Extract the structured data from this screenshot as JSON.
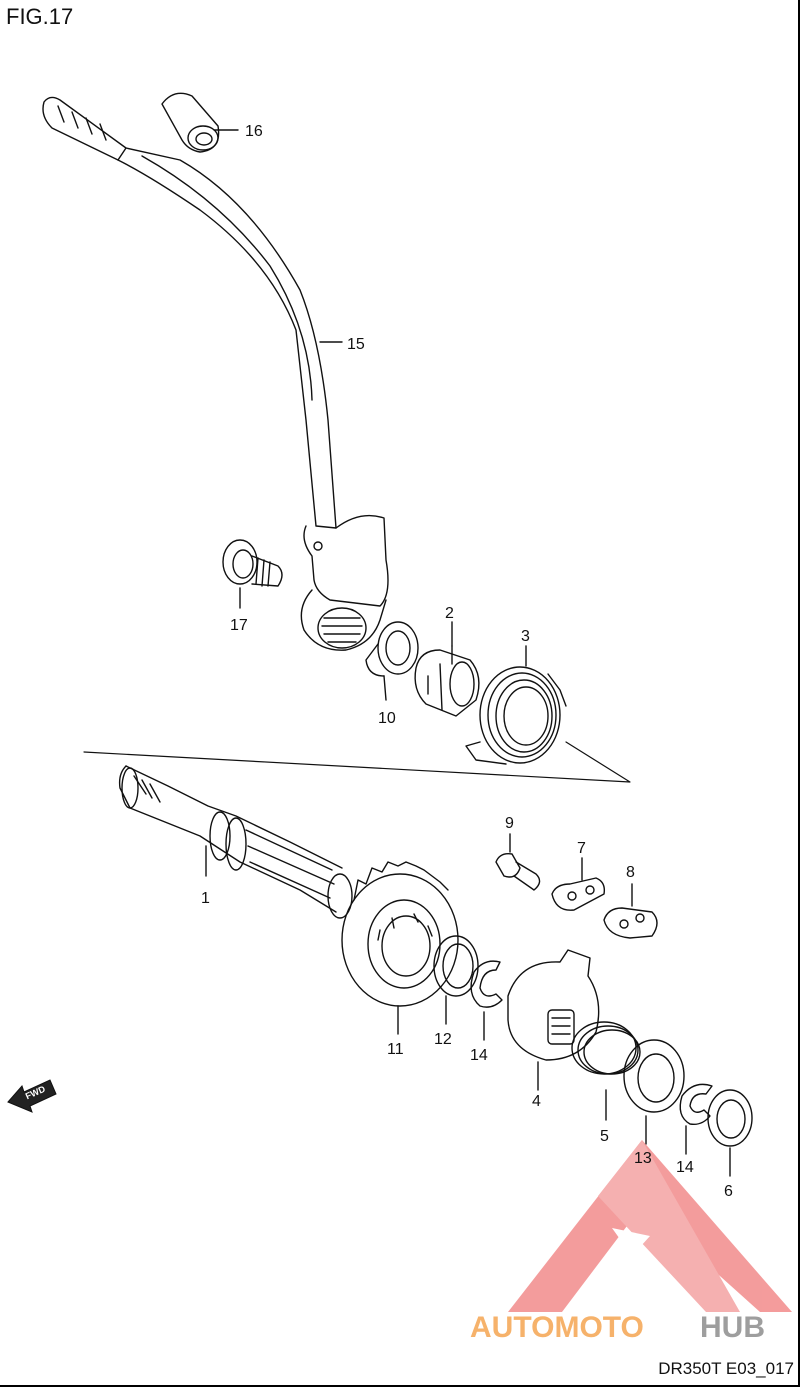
{
  "figure": {
    "title": "FIG.17"
  },
  "drawing_code": "DR350T E03_017",
  "fwd_marker": {
    "text": "FWD",
    "icon": "fwd-arrow-icon"
  },
  "logo": {
    "part1": "AUTOMOTO",
    "part2": "HUB",
    "color1": "#f6b26b",
    "color2": "#9e9e9e",
    "triangle_color": "#f28b8b"
  },
  "parts": [
    {
      "id": "1"
    },
    {
      "id": "2"
    },
    {
      "id": "3"
    },
    {
      "id": "4"
    },
    {
      "id": "5"
    },
    {
      "id": "6"
    },
    {
      "id": "7"
    },
    {
      "id": "8"
    },
    {
      "id": "9"
    },
    {
      "id": "10"
    },
    {
      "id": "11"
    },
    {
      "id": "12"
    },
    {
      "id": "13"
    },
    {
      "id": "14a",
      "label": "14"
    },
    {
      "id": "14b",
      "label": "14"
    },
    {
      "id": "15"
    },
    {
      "id": "16"
    },
    {
      "id": "17"
    }
  ],
  "labels": {
    "p1": "1",
    "p2": "2",
    "p3": "3",
    "p4": "4",
    "p5": "5",
    "p6": "6",
    "p7": "7",
    "p8": "8",
    "p9": "9",
    "p10": "10",
    "p11": "11",
    "p12": "12",
    "p13": "13",
    "p14a": "14",
    "p14b": "14",
    "p15": "15",
    "p16": "16",
    "p17": "17"
  }
}
